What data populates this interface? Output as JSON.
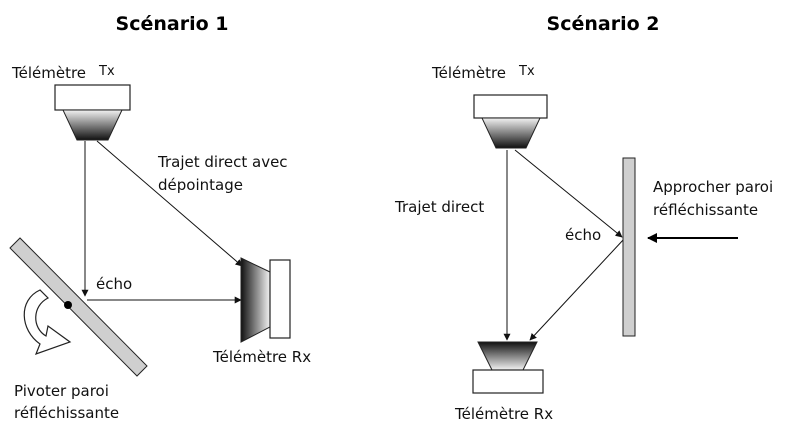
{
  "scenario1": {
    "title": "Scénario 1",
    "tx_label": "Télémètre",
    "tx_suffix": "Tx",
    "rx_label": "Télémètre Rx",
    "path_label_line1": "Trajet direct avec",
    "path_label_line2": "dépointage",
    "echo_label": "écho",
    "pivot_label_line1": "Pivoter paroi",
    "pivot_label_line2": "réfléchissante"
  },
  "scenario2": {
    "title": "Scénario 2",
    "tx_label": "Télémètre",
    "tx_suffix": "Tx",
    "rx_label": "Télémètre Rx",
    "direct_label": "Trajet direct",
    "echo_label": "écho",
    "approach_label_line1": "Approcher paroi",
    "approach_label_line2": "réfléchissante"
  },
  "colors": {
    "wall_fill": "#cfcfcf",
    "transducer_dark": "#1a1a1a",
    "transducer_light": "#f2f2f2"
  },
  "icons": {
    "pivot_arrow": "curved-arrow-icon",
    "approach_arrow": "left-arrow-icon"
  }
}
